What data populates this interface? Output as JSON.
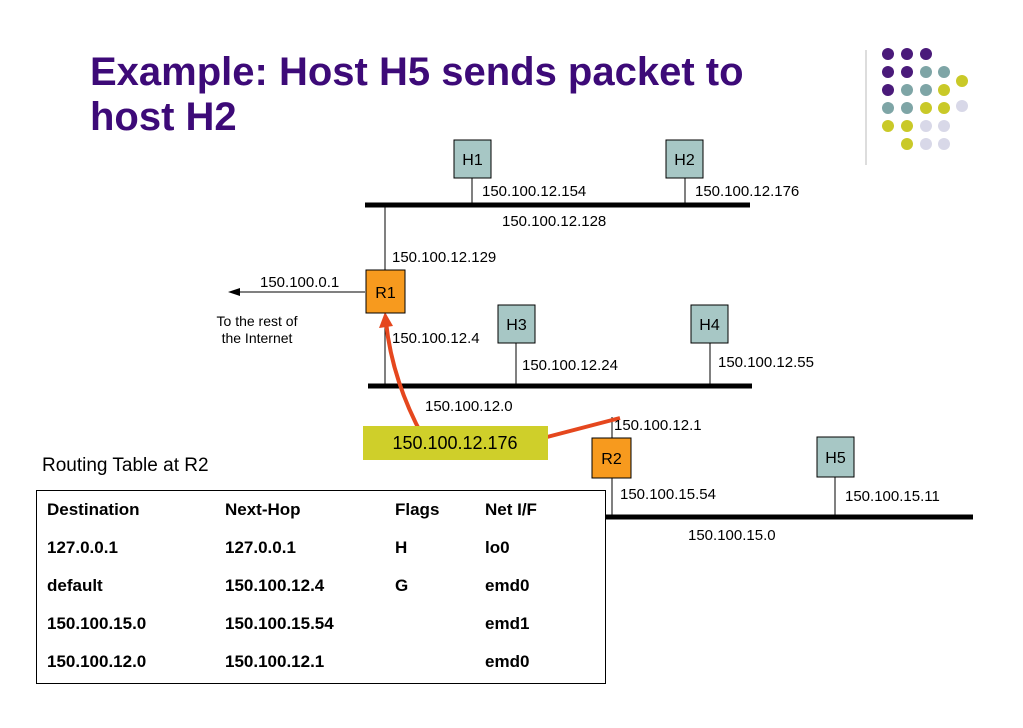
{
  "title": {
    "line1": "Example:  Host H5 sends packet to",
    "line2": "host H2"
  },
  "hosts": {
    "h1": "H1",
    "h2": "H2",
    "h3": "H3",
    "h4": "H4",
    "h5": "H5"
  },
  "routers": {
    "r1": "R1",
    "r2": "R2"
  },
  "addresses": {
    "h1": "150.100.12.154",
    "h2": "150.100.12.176",
    "net_top": "150.100.12.128",
    "r1_top": "150.100.12.129",
    "r1_internet": "150.100.0.1",
    "r1_mid": "150.100.12.4",
    "h3": "150.100.12.24",
    "h4": "150.100.12.55",
    "net_mid": "150.100.12.0",
    "r2_mid": "150.100.12.1",
    "r2_bottom": "150.100.15.54",
    "h5": "150.100.15.11",
    "net_bottom": "150.100.15.0"
  },
  "internet_label": {
    "line1": "To the rest of",
    "line2": "the Internet"
  },
  "packet_label": "150.100.12.176",
  "routing_table": {
    "caption": "Routing Table at R2",
    "headers": [
      "Destination",
      "Next-Hop",
      "Flags",
      "Net I/F"
    ],
    "rows": [
      [
        "127.0.0.1",
        "127.0.0.1",
        "H",
        "lo0"
      ],
      [
        "default",
        "150.100.12.4",
        "G",
        "emd0"
      ],
      [
        "150.100.15.0",
        "150.100.15.54",
        "",
        "emd1"
      ],
      [
        "150.100.12.0",
        "150.100.12.1",
        "",
        "emd0"
      ]
    ]
  },
  "colors": {
    "title": "#3d0a78",
    "host_fill": "#a7c7c5",
    "router_fill": "#f79a1e",
    "packet_fill": "#cfcf2a",
    "arrow": "#e5471e",
    "dot_purple": "#4a1a7a",
    "dot_teal": "#7ea5a6",
    "dot_yellow": "#c9c928",
    "dot_lavender": "#d8d8e8"
  }
}
